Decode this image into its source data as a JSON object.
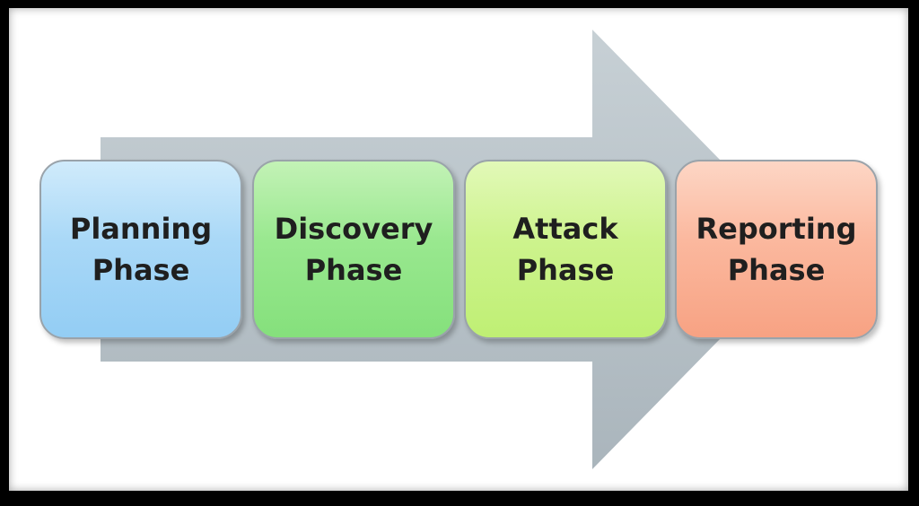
{
  "diagram": {
    "arrow_color": "#b9c3c9",
    "phases": [
      {
        "line1": "Planning",
        "line2": "Phase",
        "color": "#a9d8f7"
      },
      {
        "line1": "Discovery",
        "line2": "Phase",
        "color": "#99e88f"
      },
      {
        "line1": "Attack",
        "line2": "Phase",
        "color": "#cdf38d"
      },
      {
        "line1": "Reporting",
        "line2": "Phase",
        "color": "#fbb89e"
      }
    ]
  }
}
